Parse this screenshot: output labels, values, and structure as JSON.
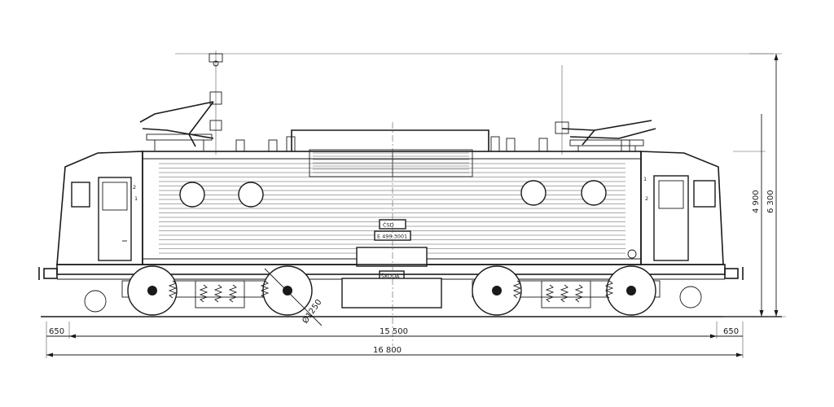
{
  "plate": {
    "operator": "ČSD",
    "number": "E 499.3001",
    "maker": "ŠKODA",
    "cab_left_labels": [
      "2",
      "1"
    ],
    "cab_right_labels": [
      "1",
      "2"
    ]
  },
  "dimensions": {
    "overall_length": "16 800",
    "bogie_pivot_span": "15 500",
    "overhang_left": "650",
    "overhang_right": "650",
    "wheel_diameter": "Ø1250",
    "body_height": "4 900",
    "total_height": "6 300"
  }
}
